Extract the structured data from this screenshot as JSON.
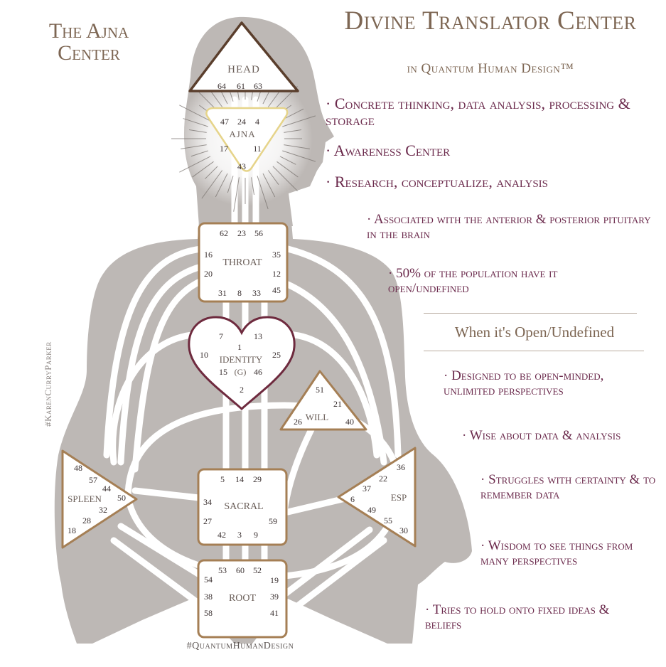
{
  "header": {
    "left_title": "The Ajna Center",
    "title": "Divine Translator Center",
    "subtitle": "in Quantum Human Design™"
  },
  "ajna_facts": [
    "Concrete thinking, data analysis, processing & storage",
    "Awareness Center",
    "Research, conceptualize, analysis",
    "Associated with the anterior & posterior pituitary in the brain",
    "50% of the population have it open/undefined"
  ],
  "open_section": {
    "heading": "When it's Open/Undefined",
    "points": [
      "Designed to be open-minded, unlimited perspectives",
      "Wise about data & analysis",
      "Struggles with certainty & to remember data",
      "Wisdom to see things from many perspectives",
      "Tries to hold onto fixed ideas & beliefs"
    ]
  },
  "watermarks": {
    "side": "#KarenCurryParker",
    "bottom": "#QuantumHumanDesign"
  },
  "centers": {
    "head": {
      "label": "HEAD",
      "gates": [
        "64",
        "61",
        "63"
      ]
    },
    "ajna": {
      "label": "AJNA",
      "gates": [
        "47",
        "24",
        "4",
        "17",
        "11",
        "43"
      ]
    },
    "throat": {
      "label": "THROAT",
      "gates": [
        "62",
        "23",
        "56",
        "16",
        "35",
        "20",
        "12",
        "31",
        "8",
        "33",
        "45"
      ]
    },
    "identity": {
      "label": "IDENTITY",
      "label2": "(G)",
      "gates": [
        "7",
        "13",
        "1",
        "10",
        "25",
        "15",
        "46",
        "2"
      ]
    },
    "will": {
      "label": "WILL",
      "gates": [
        "51",
        "21",
        "26",
        "40"
      ]
    },
    "spleen": {
      "label": "SPLEEN",
      "gates": [
        "48",
        "57",
        "44",
        "50",
        "32",
        "28",
        "18"
      ]
    },
    "sacral": {
      "label": "SACRAL",
      "gates": [
        "5",
        "14",
        "29",
        "34",
        "27",
        "59",
        "42",
        "3",
        "9"
      ]
    },
    "esp": {
      "label": "ESP",
      "gates": [
        "36",
        "22",
        "37",
        "6",
        "49",
        "55",
        "30"
      ]
    },
    "root": {
      "label": "ROOT",
      "gates": [
        "53",
        "60",
        "52",
        "54",
        "19",
        "38",
        "39",
        "58",
        "41"
      ]
    }
  },
  "colors": {
    "body_fill": "#bdb8b5",
    "channel": "#ffffff",
    "center_border": "#a57f55",
    "title_brown": "#7d6653",
    "fact_plum": "#6b2a4c",
    "heart_border": "#6e2a3e",
    "ajna_border": "#e6d48a"
  }
}
